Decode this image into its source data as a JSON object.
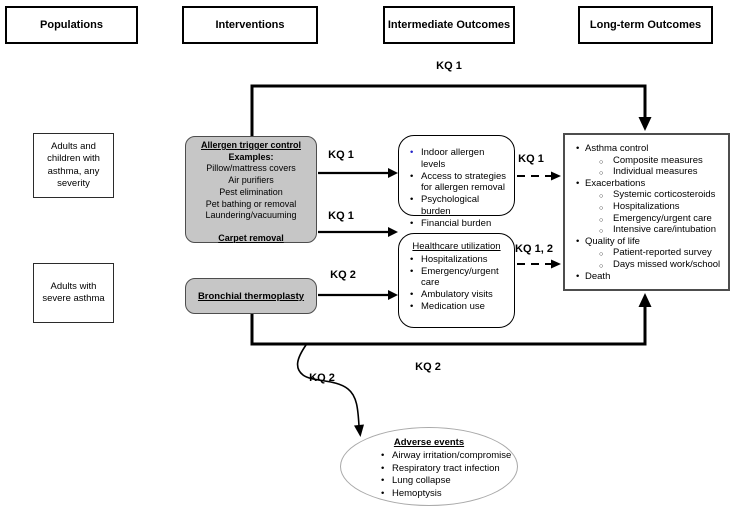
{
  "headers": [
    {
      "label": "Populations"
    },
    {
      "label": "Interventions"
    },
    {
      "label": "Intermediate Outcomes"
    },
    {
      "label": "Long-term Outcomes"
    }
  ],
  "populations": [
    {
      "text": "Adults and children with asthma, any severity"
    },
    {
      "text": "Adults with severe asthma"
    }
  ],
  "interventions": {
    "allergen": {
      "title": "Allergen trigger control",
      "subtitle": "Examples:",
      "examples": [
        "Pillow/mattress covers",
        "Air purifiers",
        "Pest elimination",
        "Pet bathing or removal",
        "Laundering/vacuuming"
      ],
      "footer": "Carpet removal"
    },
    "bronchial": {
      "title": "Bronchial thermoplasty"
    }
  },
  "intermediate": {
    "box1": {
      "items": [
        "Indoor allergen levels",
        "Access to strategies for allergen removal",
        "Psychological burden",
        "Financial burden"
      ]
    },
    "box2": {
      "title": "Healthcare utilization",
      "items": [
        "Hospitalizations",
        "Emergency/urgent care",
        "Ambulatory visits",
        "Medication use"
      ]
    }
  },
  "longterm": {
    "sections": [
      {
        "label": "Asthma control",
        "subs": [
          "Composite measures",
          "Individual measures"
        ]
      },
      {
        "label": "Exacerbations",
        "subs": [
          "Systemic corticosteroids",
          "Hospitalizations",
          "Emergency/urgent care",
          "Intensive care/intubation"
        ]
      },
      {
        "label": "Quality of life",
        "subs": [
          "Patient-reported survey",
          "Days missed work/school"
        ]
      },
      {
        "label": "Death",
        "subs": []
      }
    ]
  },
  "adverse": {
    "title": "Adverse events",
    "items": [
      "Airway irritation/compromise",
      "Respiratory tract infection",
      "Lung collapse",
      "Hemoptysis"
    ]
  },
  "kq": {
    "top": "KQ 1",
    "a1": "KQ 1",
    "a2": "KQ 1",
    "a3": "KQ 2",
    "d1": "KQ 1",
    "d2": "KQ 1, 2",
    "bottom": "KQ 2",
    "curve": "KQ 2"
  },
  "colors": {
    "intervention_fill": "#c6c6c6",
    "box_border_dark": "#4d4d4d",
    "header_border": "#000000",
    "ellipse_border": "#a9a9a9",
    "accent_bullet_blue": "#2323c8",
    "arrow": "#000000"
  }
}
